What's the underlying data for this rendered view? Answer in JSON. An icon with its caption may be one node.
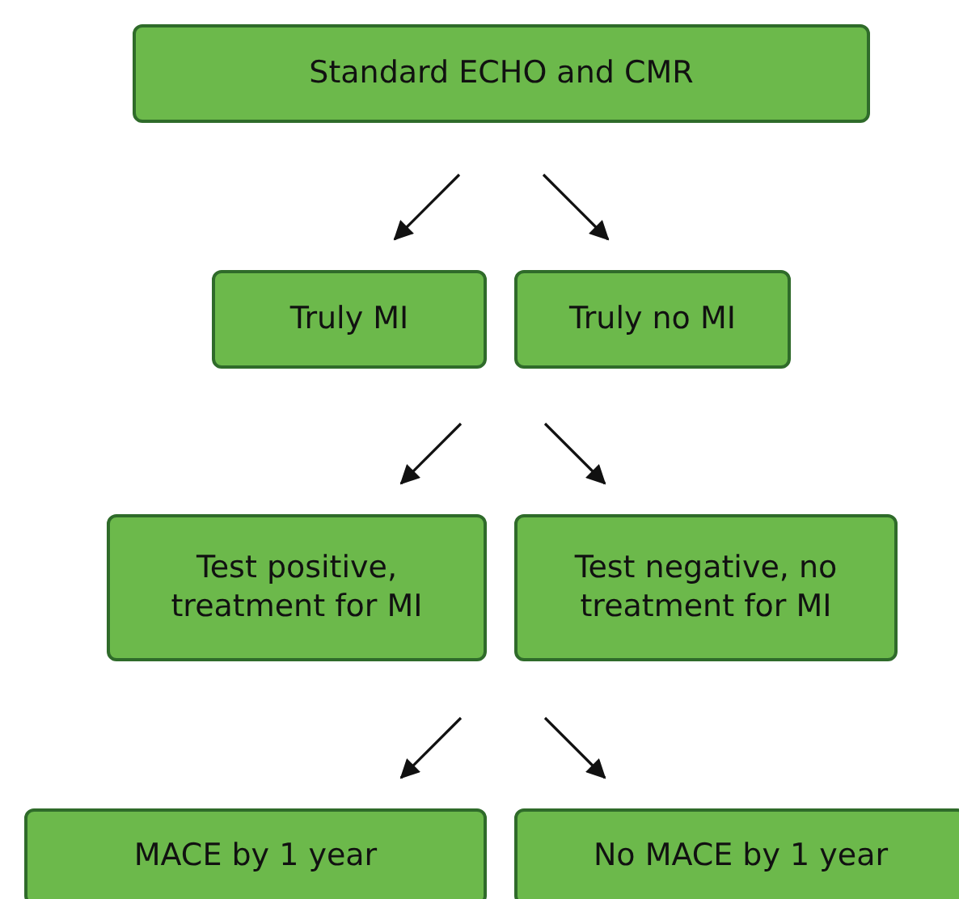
{
  "diagram": {
    "nodes": [
      {
        "text": [
          "Standard ECHO and CMR"
        ]
      },
      {
        "text": [
          "Truly MI"
        ]
      },
      {
        "text": [
          "Truly no MI"
        ]
      },
      {
        "text": [
          "Test positive, treatment for MI"
        ]
      },
      {
        "text": [
          "Test negative, no treatment for MI"
        ]
      },
      {
        "text": [
          "MACE by 1 year"
        ]
      },
      {
        "text": [
          "No MACE by 1 year"
        ]
      }
    ],
    "edges": [
      {
        "from": 0,
        "to": 1,
        "arrow": "to"
      },
      {
        "from": 0,
        "to": 2,
        "arrow": "to"
      },
      {
        "from": null,
        "to": 3,
        "arrow": "to"
      },
      {
        "from": null,
        "to": 4,
        "arrow": "to"
      },
      {
        "from": null,
        "to": 5,
        "arrow": "to"
      },
      {
        "from": null,
        "to": 6,
        "arrow": "to"
      }
    ]
  }
}
